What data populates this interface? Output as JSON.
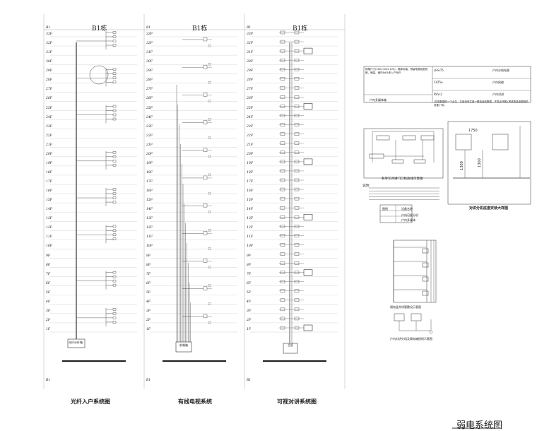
{
  "floors": [
    "B1",
    "33F",
    "32F",
    "31F",
    "30F",
    "29F",
    "28F",
    "27F",
    "26F",
    "25F",
    "24F",
    "23F",
    "22F",
    "21F",
    "20F",
    "19F",
    "18F",
    "17F",
    "16F",
    "15F",
    "14F",
    "13F",
    "12F",
    "11F",
    "10F",
    "9F",
    "8F",
    "7F",
    "6F",
    "5F",
    "4F",
    "3F",
    "2F",
    "1F",
    "B1"
  ],
  "panels": [
    {
      "title": "B1栋",
      "caption": "光纤入户系统图",
      "bottom_box": "光纤分纤箱"
    },
    {
      "title": "B1栋",
      "caption": "有线电视系统",
      "bottom_box": "前端箱"
    },
    {
      "title": "B1栋",
      "caption": "可视对讲系统图",
      "bottom_box": "主机"
    }
  ],
  "notes_table": {
    "left_text": "规格尺寸(350×300×120)，箱体安装，预留电源及配线管，暗装，墙内为B1栋入户光纤",
    "left_label": "户内多媒体箱",
    "rows": [
      {
        "code": "LHS-T5",
        "label": "户内分线电源"
      },
      {
        "code": "CAT5e",
        "label": "户内网络"
      },
      {
        "code": "RVV-2",
        "label": "户内对讲"
      }
    ],
    "footer": "(共用数据的一个点位，共用信号共用一根电话线数据，不同点开展)(具体数量参照相关设备厂商)"
  },
  "detail_captions": {
    "access_door": "各单元对讲门口机连线示意图",
    "mount": "对讲分机底盒安装大样图",
    "riser": "弱电竖井线管敷设示意图",
    "indoor": "户内对讲分机及弱电箱接线示意图"
  },
  "notes_label": "说明:",
  "legend": [
    {
      "sym": "图例",
      "name": "设备名称"
    },
    {
      "sym": "▭",
      "name": "户内可视分机"
    },
    {
      "sym": "▭",
      "name": "户内多媒体"
    }
  ],
  "dims": [
    "1750",
    "1300",
    "1300"
  ],
  "main_title": "弱电系统图"
}
